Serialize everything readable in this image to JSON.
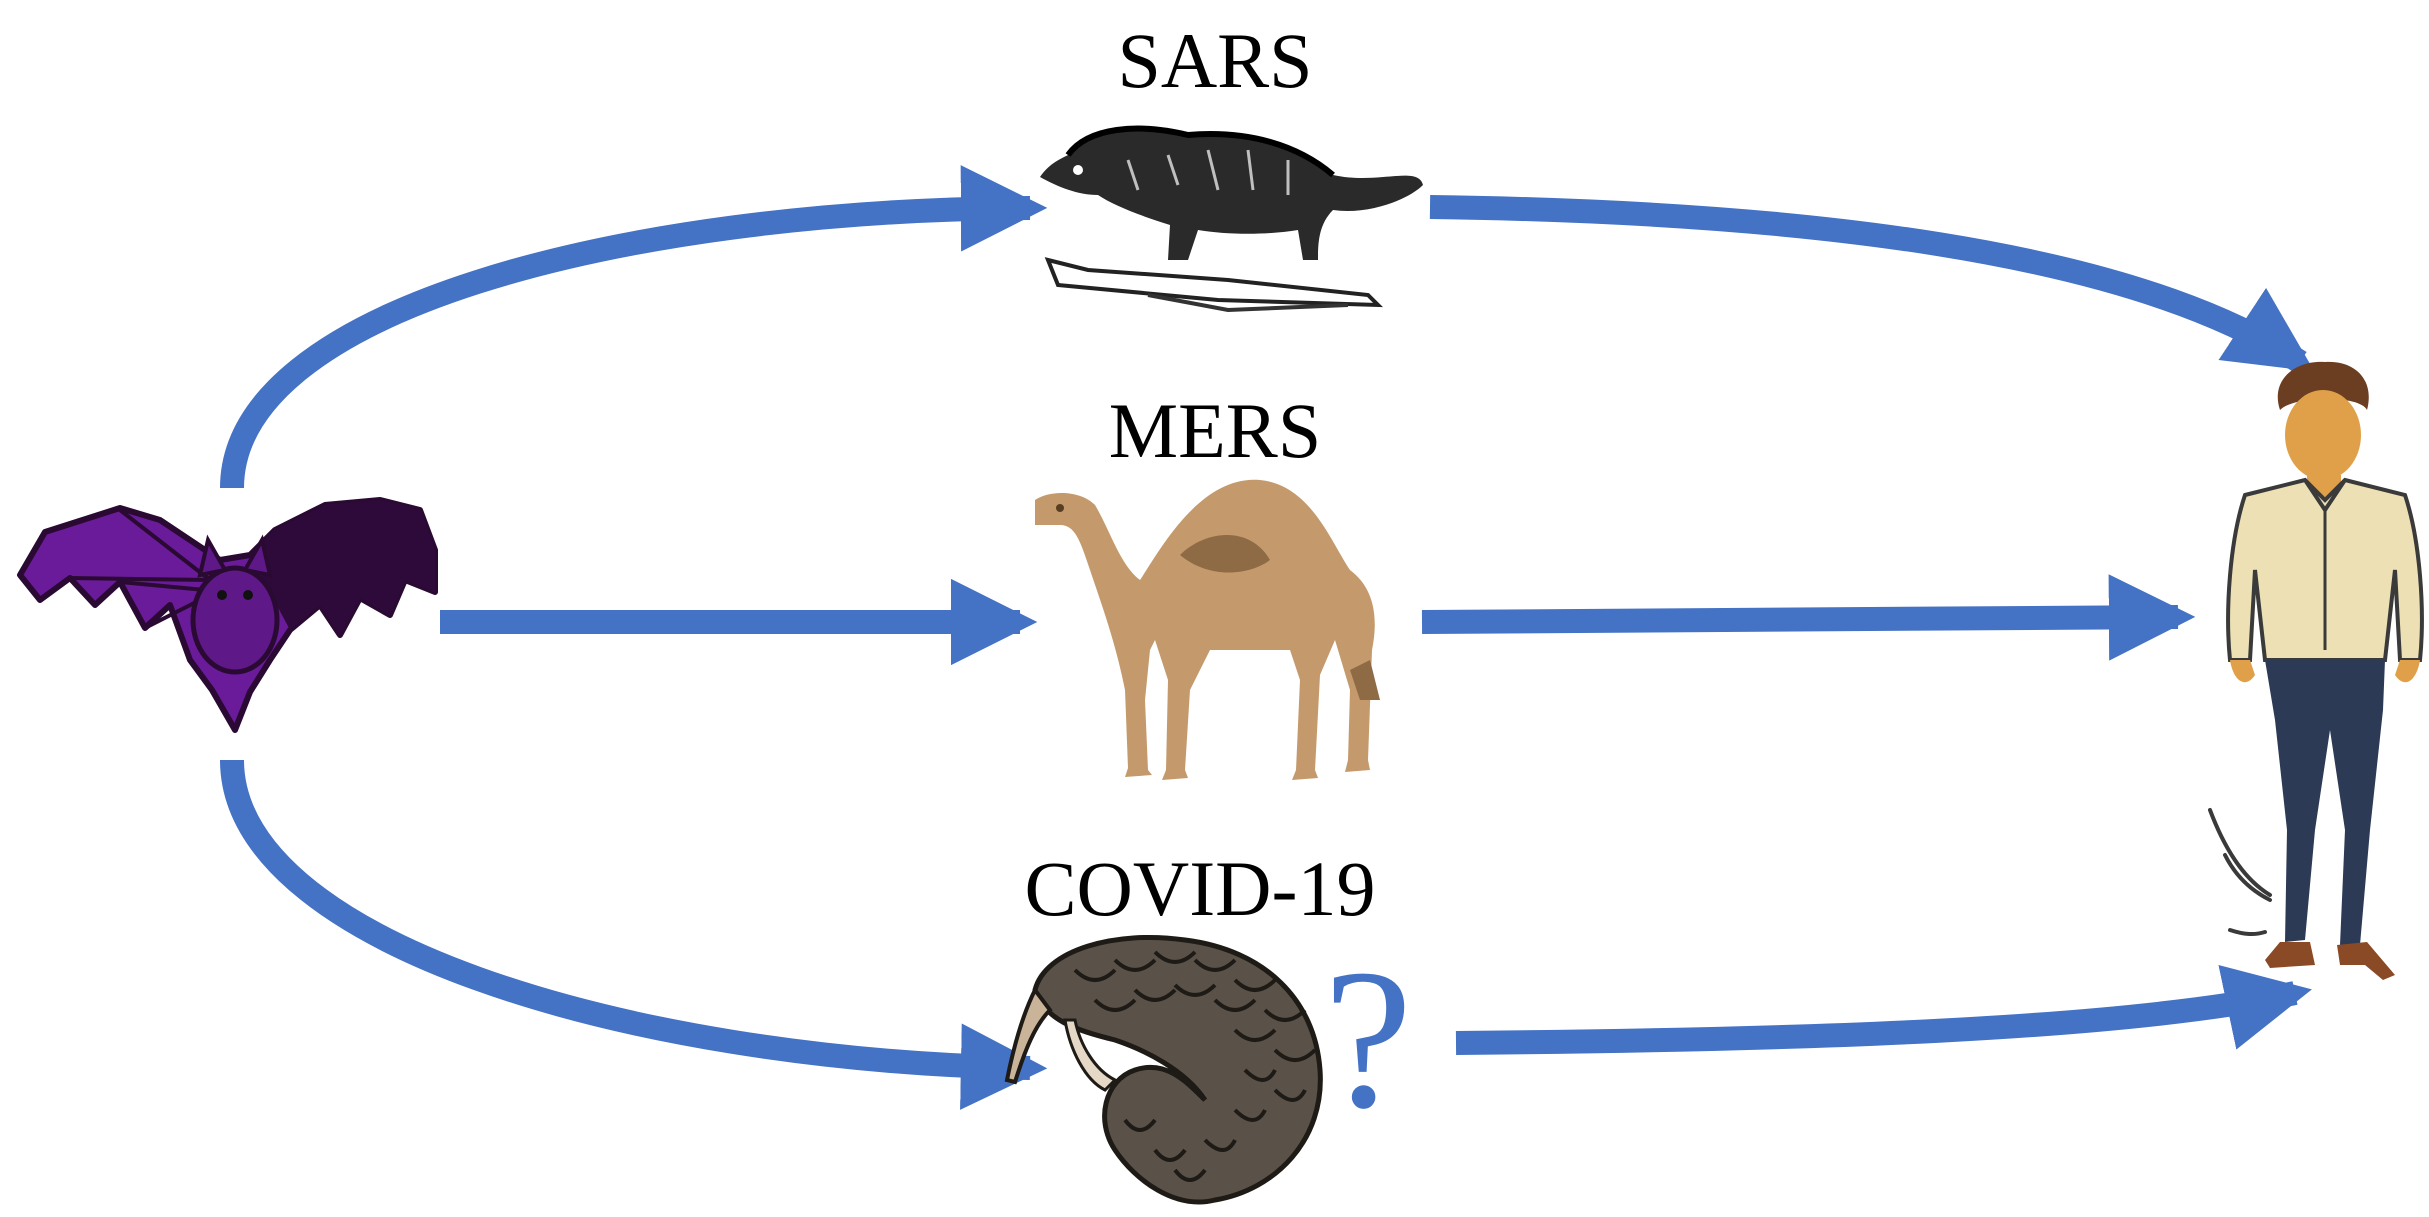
{
  "labels": {
    "sars": "SARS",
    "mers": "MERS",
    "covid": "COVID-19",
    "question": "?"
  },
  "icons": {
    "origin": "bat-icon",
    "sars_host": "civet-icon",
    "mers_host": "camel-icon",
    "covid_host": "pangolin-icon",
    "target": "human-icon"
  },
  "colors": {
    "arrow": "#4472C4",
    "bat": "#6A1B9A",
    "bat_dark": "#2A0A33",
    "camel": "#C49A6C",
    "camel_dark": "#8E6A45",
    "pangolin": "#5A5249",
    "shirt": "#EDE0B5",
    "pants": "#2C3A55",
    "skin": "#E0A04A",
    "hair": "#6B3E22",
    "question": "#4472C4"
  }
}
